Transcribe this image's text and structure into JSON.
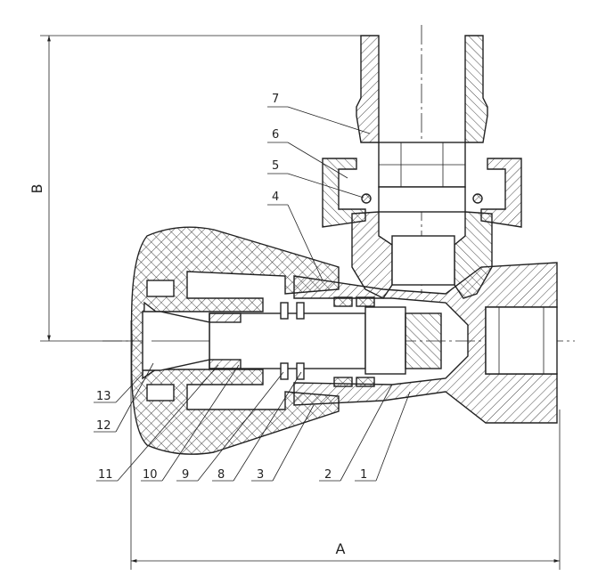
{
  "dimensions": {
    "width_label": "A",
    "height_label": "B"
  },
  "callouts": [
    {
      "id": "p1",
      "text": "1"
    },
    {
      "id": "p2",
      "text": "2"
    },
    {
      "id": "p3",
      "text": "3"
    },
    {
      "id": "p4",
      "text": "4"
    },
    {
      "id": "p5",
      "text": "5"
    },
    {
      "id": "p6",
      "text": "6"
    },
    {
      "id": "p7",
      "text": "7"
    },
    {
      "id": "p8",
      "text": "8"
    },
    {
      "id": "p9",
      "text": "9"
    },
    {
      "id": "p10",
      "text": "10"
    },
    {
      "id": "p11",
      "text": "11"
    },
    {
      "id": "p12",
      "text": "12"
    },
    {
      "id": "p13",
      "text": "13"
    }
  ]
}
